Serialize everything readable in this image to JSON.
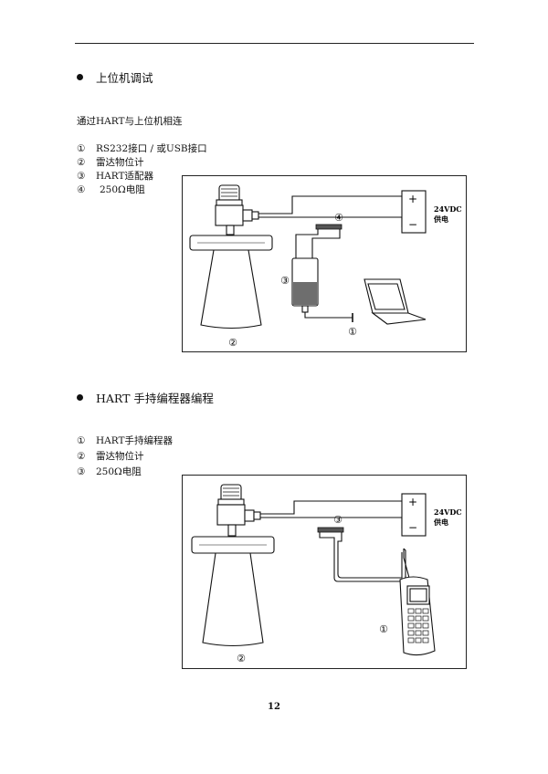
{
  "section1": {
    "heading": "上位机调试",
    "intro": "通过HART与上位机相连",
    "items": [
      {
        "num": "①",
        "label": "RS232接口 / 或USB接口"
      },
      {
        "num": "②",
        "label": "雷达物位计"
      },
      {
        "num": "③",
        "label": "HART适配器"
      },
      {
        "num": "④",
        "label": "250Ω电阻"
      }
    ],
    "figure": {
      "supply_label": "24VDC",
      "supply_label2": "供电",
      "plus": "+",
      "minus": "−",
      "callouts": [
        "①",
        "②",
        "③",
        "④"
      ]
    }
  },
  "section2": {
    "heading": "HART 手持编程器编程",
    "items": [
      {
        "num": "①",
        "label": "HART手持编程器"
      },
      {
        "num": "②",
        "label": "雷达物位计"
      },
      {
        "num": "③",
        "label": "250Ω电阻"
      }
    ],
    "figure": {
      "supply_label": "24VDC",
      "supply_label2": "供电",
      "plus": "+",
      "minus": "−",
      "callouts": [
        "①",
        "②",
        "③"
      ]
    }
  },
  "footer": {
    "page_number": "12"
  }
}
